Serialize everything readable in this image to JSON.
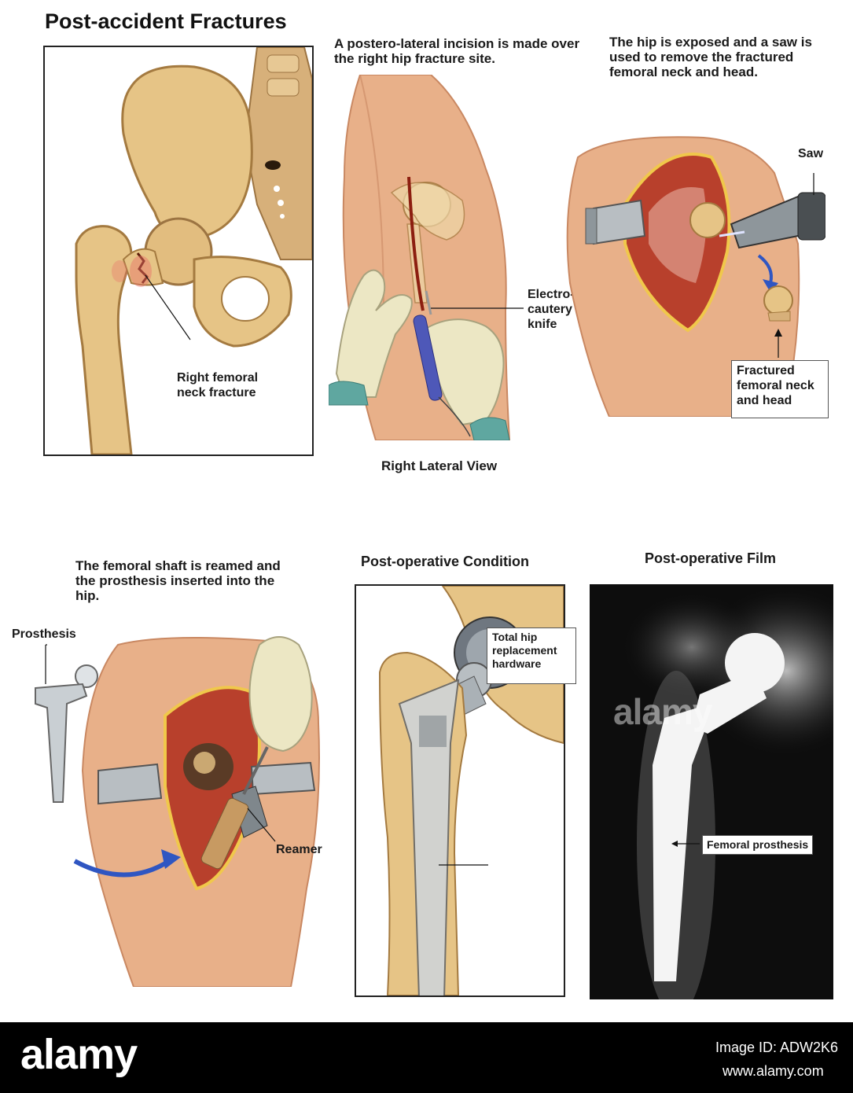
{
  "panel1": {
    "title": "Post-accident Fractures",
    "label": "Right femoral neck fracture"
  },
  "panel2": {
    "caption": "A postero-lateral incision is made over the right hip fracture site.",
    "label": "Electro-cautery knife",
    "view_label": "Right Lateral View"
  },
  "panel3": {
    "caption": "The hip is exposed and a saw is used to remove the fractured femoral neck and head.",
    "saw_label": "Saw",
    "fracture_label": "Fractured femoral neck and head"
  },
  "panel4": {
    "caption": "The femoral shaft is reamed and the prosthesis inserted into the hip.",
    "prosthesis_label": "Prosthesis",
    "reamer_label": "Reamer"
  },
  "panel5": {
    "title": "Post-operative Condition",
    "label": "Total hip replacement hardware"
  },
  "panel6": {
    "title": "Post-operative Film",
    "label": "Femoral prosthesis",
    "watermark": "alamy"
  },
  "footer": {
    "brand": "alamy",
    "image_id": "Image ID: ADW2K6",
    "site": "www.alamy.com"
  },
  "colors": {
    "bone": "#e6c486",
    "bone_shadow": "#b58a4c",
    "skin": "#e8b089",
    "skin_shadow": "#c98862",
    "muscle": "#b8402c",
    "metal": "#b8bec2",
    "glove": "#ece7c4",
    "arrow": "#2f56c2",
    "xray_bg": "#0d0d0d"
  }
}
